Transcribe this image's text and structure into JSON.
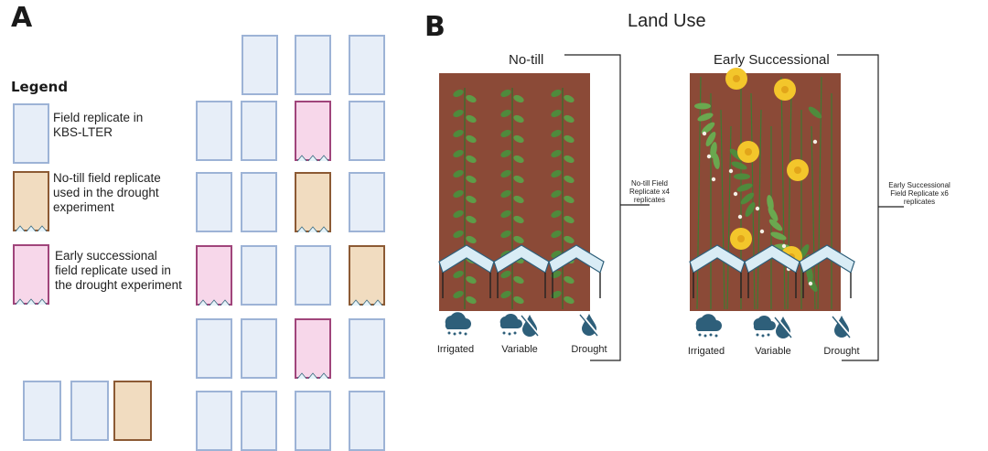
{
  "panel_a": {
    "letter": "A",
    "legend": {
      "title": "Legend",
      "items": [
        {
          "label": "Field replicate in KBS-LTER"
        },
        {
          "label": "No-till field replicate used in the drought experiment"
        },
        {
          "label": "Early successional field replicate used in the drought experiment"
        }
      ]
    }
  },
  "panel_b": {
    "letter": "B",
    "title": "Land Use",
    "no_till": {
      "title": "No-till",
      "bracket_label": "No-till Field Replicate x4 replicates",
      "treatments": [
        "Irrigated",
        "Variable",
        "Drought"
      ]
    },
    "early_successional": {
      "title": "Early Successional",
      "bracket_label": "Early Successional Field Replicate x6 replicates",
      "treatments": [
        "Irrigated",
        "Variable",
        "Drought"
      ]
    }
  },
  "colors": {
    "field_fill": "#e7eef8",
    "field_border": "#9db3d6",
    "no_till_fill": "#f1dcc0",
    "no_till_border": "#8c5a34",
    "early_fill": "#f7d7ea",
    "early_border": "#a0457b",
    "soil": "#8b4a37",
    "leaf": "#4f8a3c",
    "flower": "#f3c62b",
    "shelter": "#d9ecf5",
    "rain_icon": "#2e5f7a"
  }
}
